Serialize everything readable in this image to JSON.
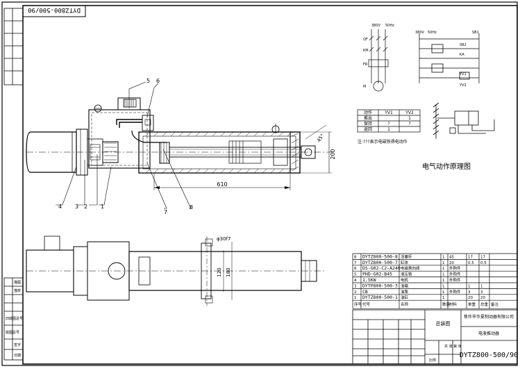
{
  "drawing": {
    "corner_code": "DYTZ800-500/90",
    "bottom_code": "DYTZ800-500/90",
    "schematic_title": "电气动作原理图",
    "note": "注:???表示电磁铁得电动作",
    "dimensions": {
      "length": "610",
      "height": "200",
      "bore": "φ30f7",
      "plan_a": "120",
      "plan_b": "180",
      "angle": "45°"
    },
    "balloons": [
      "1",
      "2",
      "3",
      "4",
      "5",
      "6",
      "7",
      "8"
    ]
  },
  "circuit": {
    "top_labels": [
      "380V",
      "50Hz"
    ],
    "left_tags": [
      "QF",
      "KM",
      "FR",
      "M"
    ],
    "ctrl_top": [
      "380V",
      "50Hz"
    ],
    "ctrl_tags": [
      "SB1",
      "SB2",
      "KA",
      "YV1",
      "YV2"
    ],
    "logic_table": {
      "headers": [
        "动作",
        "YV1",
        "YV2"
      ],
      "rows": [
        [
          "推出",
          "",
          "1"
        ],
        [
          "保持",
          "?",
          "?"
        ],
        [
          "返回",
          "1",
          ""
        ]
      ]
    }
  },
  "bom": {
    "rows": [
      {
        "no": "8",
        "code": "DYTZ800-500-8",
        "name": "活塞杆",
        "qty": "1",
        "material": "45",
        "weight": "17",
        "total": "17"
      },
      {
        "no": "7",
        "code": "DYTZ800-500-7",
        "name": "缸体",
        "qty": "1",
        "material": "20",
        "weight": "0.5",
        "total": "0.5"
      },
      {
        "no": "6",
        "code": "DS-G02-C2-A240",
        "name": "电磁换向阀",
        "qty": "1",
        "material": "外购件",
        "weight": "",
        "total": ""
      },
      {
        "no": "5",
        "code": "PHD-G02-B45",
        "name": "液压锁",
        "qty": "1",
        "material": "外购件",
        "weight": "",
        "total": ""
      },
      {
        "no": "4",
        "code": "1.5KW",
        "name": "电机",
        "qty": "1",
        "material": "外购件",
        "weight": "",
        "total": ""
      },
      {
        "no": "3",
        "code": "DYTP800-500-3",
        "name": "油箱",
        "qty": "1",
        "material": "",
        "weight": "1",
        "total": "1"
      },
      {
        "no": "2",
        "code": "CB",
        "name": "油泵",
        "qty": "1",
        "material": "外购件",
        "weight": "3",
        "total": "3"
      },
      {
        "no": "1",
        "code": "DYTZ800-500-1",
        "name": "油缸",
        "qty": "1",
        "material": "",
        "weight": "20",
        "total": "20"
      }
    ],
    "headers": [
      "序号",
      "代号",
      "名称",
      "数量",
      "材料",
      "单重",
      "总重",
      "备注"
    ],
    "company": "焦作市华夏制动器有限公司",
    "drawing_title": "电液推动器",
    "assembly": "总装图",
    "scale_label": "比例",
    "sheet_label": "共 张 第 张"
  },
  "left_margin": {
    "labels": [
      "描图",
      "描校",
      "旧底图总号",
      "底图总号",
      "签字",
      "日期"
    ]
  }
}
